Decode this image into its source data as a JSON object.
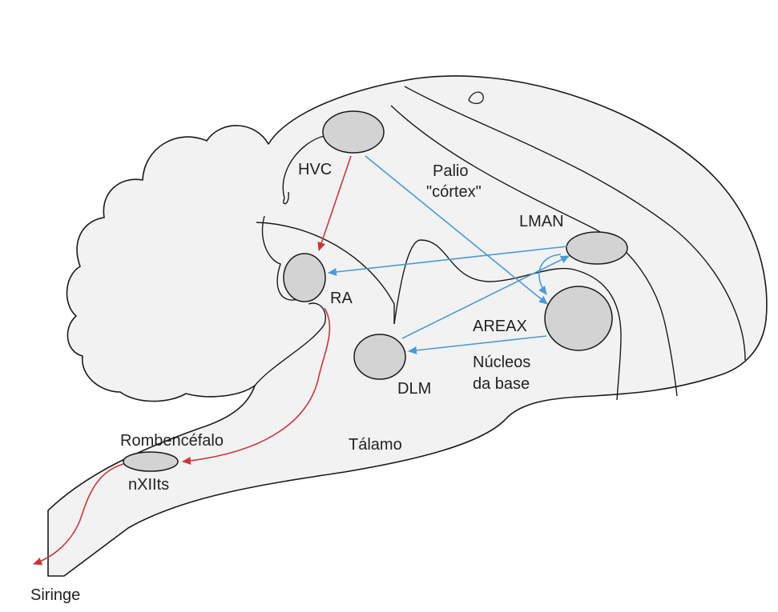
{
  "labels": {
    "hvc": "HVC",
    "palio_line1": "Palio",
    "palio_line2": "\"córtex\"",
    "lman": "LMAN",
    "ra": "RA",
    "areax": "AREAX",
    "nucleos_line1": "Núcleos",
    "nucleos_line2": "da base",
    "dlm": "DLM",
    "talamo": "Tálamo",
    "rombencefalo": "Rombencéfalo",
    "nxiits": "nXIIts",
    "siringe": "Siringe"
  },
  "colors": {
    "background": "#ffffff",
    "brain_fill": "#f2f2f2",
    "outline": "#1a1a1a",
    "nucleus_fill": "#d3d3d3",
    "motor_pathway": "#c8373b",
    "afp_pathway": "#4a9ad6"
  }
}
